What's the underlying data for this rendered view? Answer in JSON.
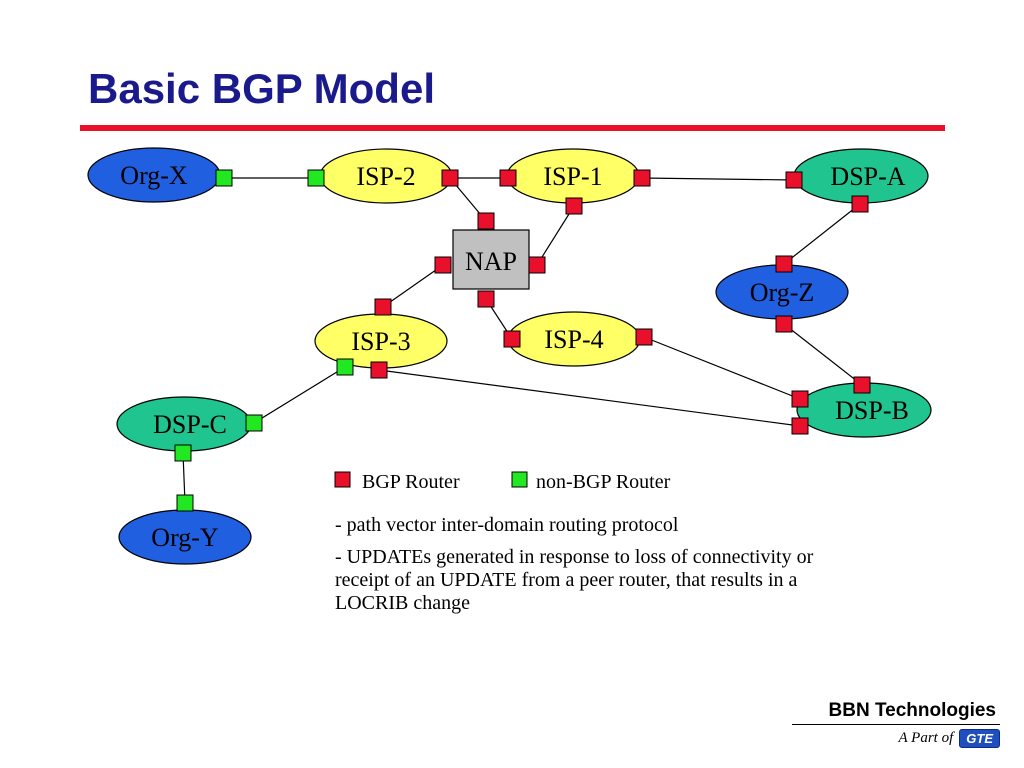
{
  "title": "Basic BGP Model",
  "colors": {
    "org": "#1f5fe0",
    "isp": "#ffff66",
    "dsp": "#1fc48f",
    "nap": "#c0c0c0",
    "bgp_router": "#e8102a",
    "non_bgp_router": "#22e822",
    "title": "#1a1a8c",
    "rule": "#e8102a"
  },
  "nodes": [
    {
      "id": "org-x",
      "label": "Org-X",
      "kind": "org"
    },
    {
      "id": "isp-2",
      "label": "ISP-2",
      "kind": "isp"
    },
    {
      "id": "isp-1",
      "label": "ISP-1",
      "kind": "isp"
    },
    {
      "id": "dsp-a",
      "label": "DSP-A",
      "kind": "dsp"
    },
    {
      "id": "nap",
      "label": "NAP",
      "kind": "nap"
    },
    {
      "id": "org-z",
      "label": "Org-Z",
      "kind": "org"
    },
    {
      "id": "isp-3",
      "label": "ISP-3",
      "kind": "isp"
    },
    {
      "id": "isp-4",
      "label": "ISP-4",
      "kind": "isp"
    },
    {
      "id": "dsp-c",
      "label": "DSP-C",
      "kind": "dsp"
    },
    {
      "id": "dsp-b",
      "label": "DSP-B",
      "kind": "dsp"
    },
    {
      "id": "org-y",
      "label": "Org-Y",
      "kind": "org"
    }
  ],
  "legend": {
    "bgp_router": "BGP Router",
    "non_bgp_router": "non-BGP Router"
  },
  "notes": [
    "- path vector inter-domain routing protocol",
    "- UPDATEs generated in response to loss of connectivity or receipt of an UPDATE from a peer router, that results in a LOCRIB change"
  ],
  "brand": {
    "name": "BBN Technologies",
    "tagline": "A Part of",
    "logo": "GTE"
  }
}
